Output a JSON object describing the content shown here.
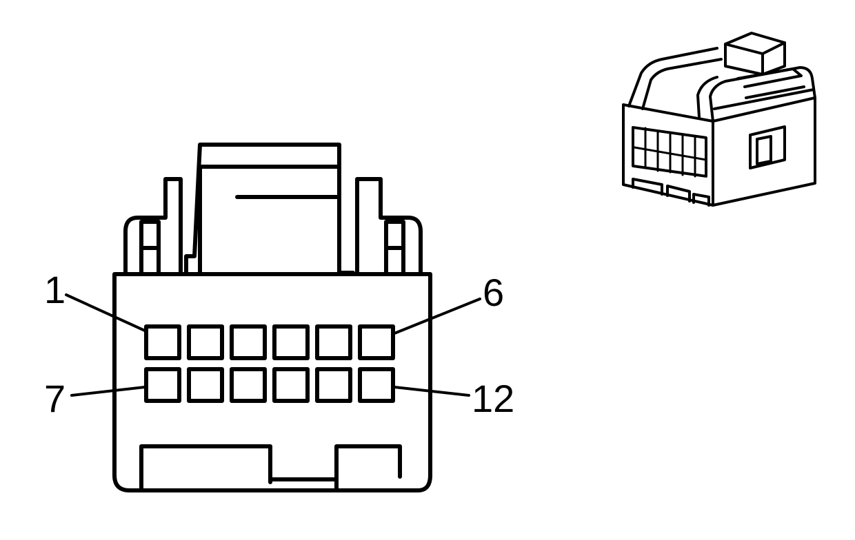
{
  "diagram": {
    "type": "connector-pinout",
    "pin_count": 12,
    "rows": 2,
    "pins_per_row": 6,
    "labels": {
      "pin_first_top": "1",
      "pin_last_top": "6",
      "pin_first_bottom": "7",
      "pin_last_bottom": "12"
    },
    "colors": {
      "line": "#000000",
      "background": "#ffffff"
    }
  }
}
